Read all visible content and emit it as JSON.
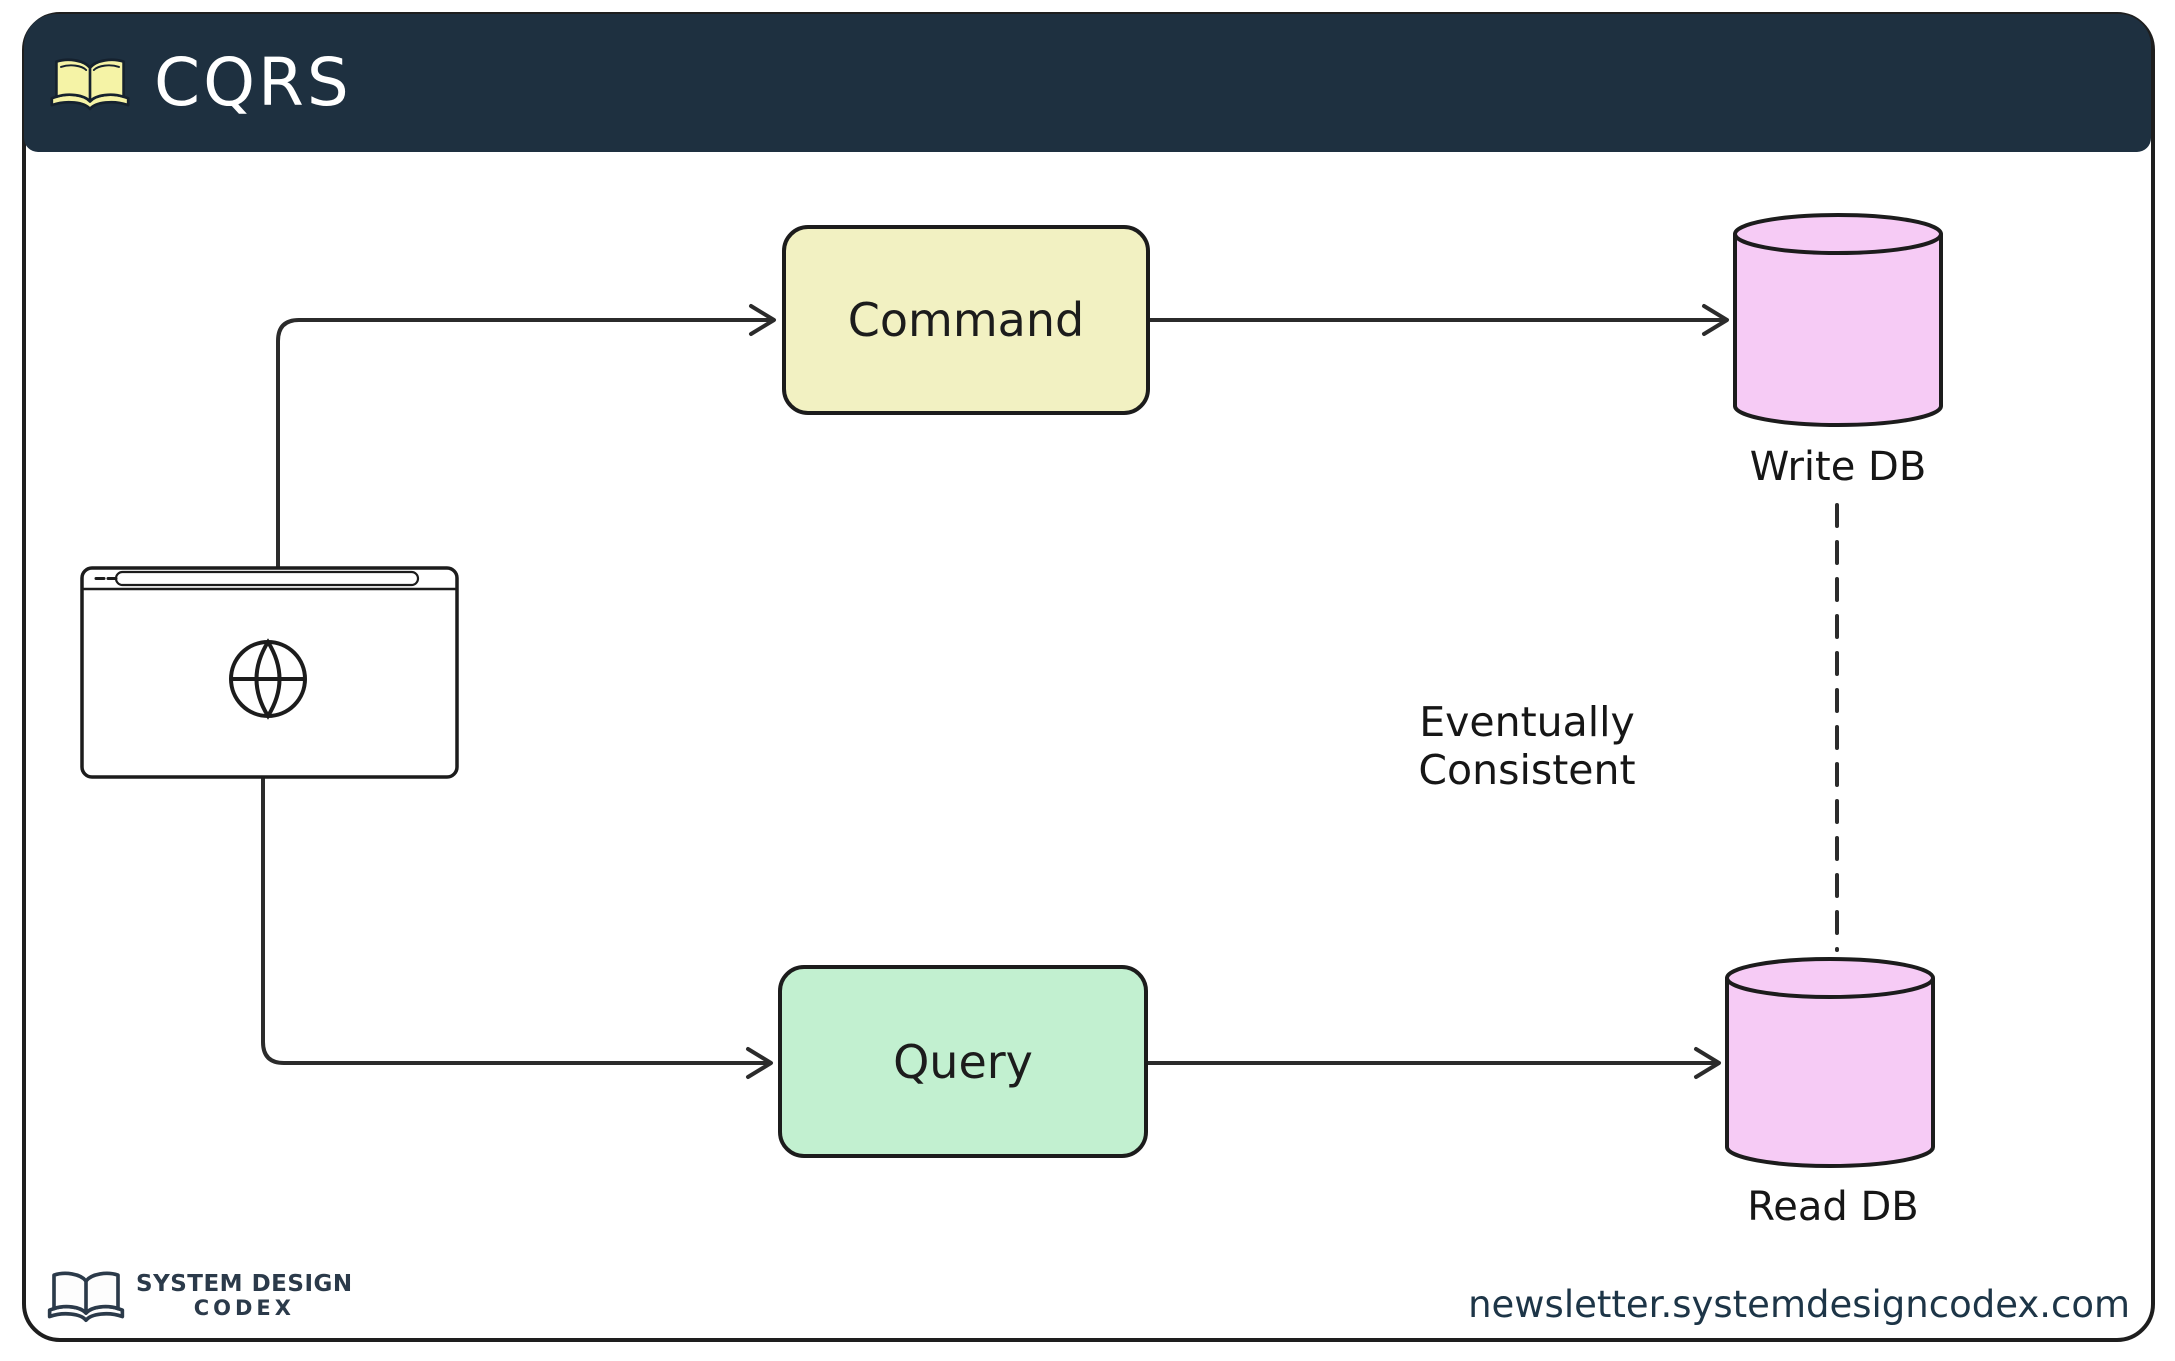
{
  "header": {
    "title": "CQRS",
    "icon": "open-book-icon"
  },
  "diagram": {
    "nodes": {
      "client": {
        "type": "browser-window",
        "icon": "globe-icon"
      },
      "command": {
        "label": "Command",
        "shape": "rounded-rect",
        "fill": "#f2f1c2"
      },
      "query": {
        "label": "Query",
        "shape": "rounded-rect",
        "fill": "#c2f0d0"
      },
      "write_db": {
        "label": "Write DB",
        "shape": "cylinder",
        "fill": "#f6cbf5"
      },
      "read_db": {
        "label": "Read DB",
        "shape": "cylinder",
        "fill": "#f6cbf5"
      }
    },
    "edges": [
      {
        "from": "client",
        "to": "command",
        "type": "solid-arrow"
      },
      {
        "from": "client",
        "to": "query",
        "type": "solid-arrow"
      },
      {
        "from": "command",
        "to": "write_db",
        "type": "solid-arrow"
      },
      {
        "from": "query",
        "to": "read_db",
        "type": "solid-arrow"
      },
      {
        "from": "write_db",
        "to": "read_db",
        "type": "dashed-line",
        "label": "Eventually Consistent"
      }
    ]
  },
  "footer": {
    "brand_line1": "SYSTEM DESIGN",
    "brand_line2": "CODEX",
    "brand_icon": "open-book-icon",
    "url": "newsletter.systemdesigncodex.com"
  },
  "colors": {
    "header_bg": "#1e3040",
    "frame_border": "#1e1e1e",
    "ink": "#1c1c1c",
    "command_fill": "#f2f1c2",
    "query_fill": "#c2f0d0",
    "db_fill": "#f6cbf5",
    "book_yellow": "#f5f3a6",
    "footer_text": "#1d3547"
  }
}
